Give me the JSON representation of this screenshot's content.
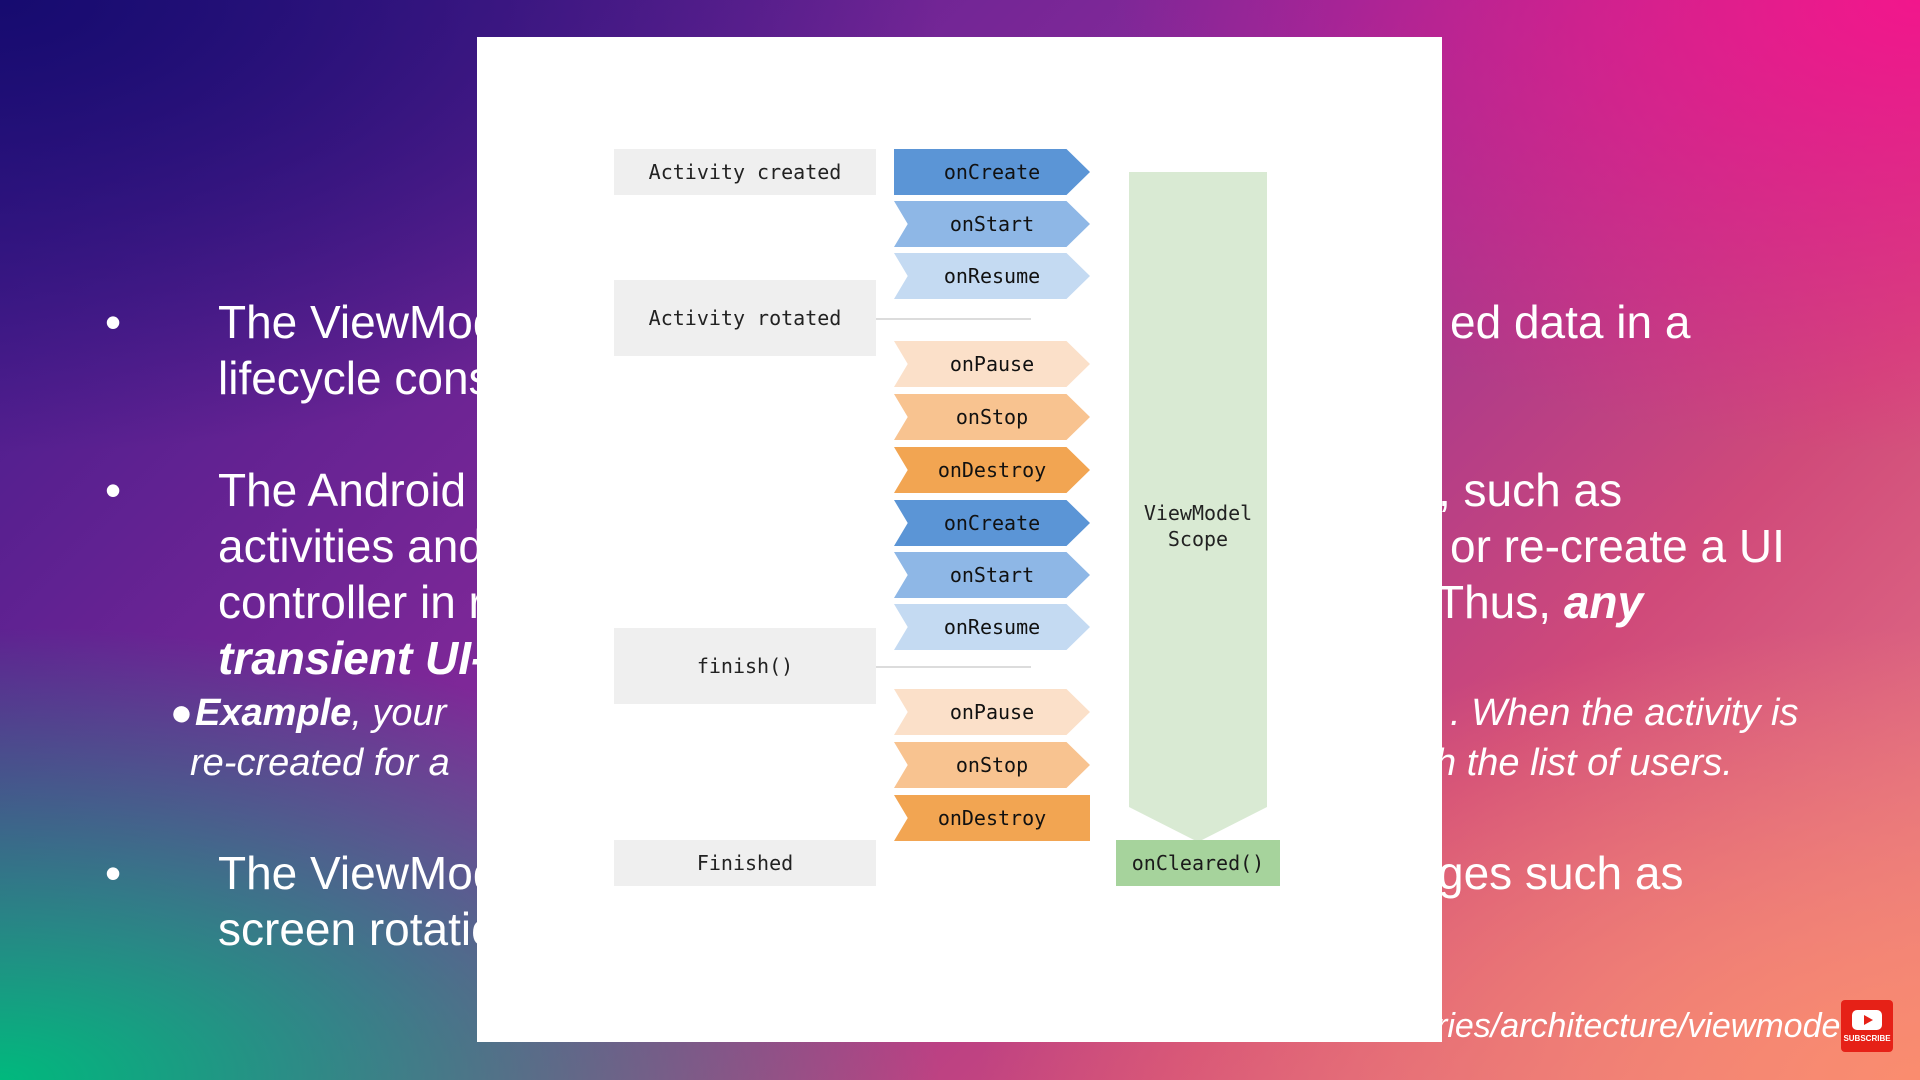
{
  "slide": {
    "bullet_char": "•",
    "b1": {
      "line1": "The ViewModel c",
      "line1_right": "ed data in a",
      "line2": "lifecycle consciou"
    },
    "b2": {
      "line1": "The Android fram",
      "line1_right": ", such as",
      "line2": "activities and frag",
      "line2_right": "or re-create a UI",
      "line3": "controller in respo",
      "line3_right_plain": "Thus, ",
      "line3_right_bold": "any",
      "line4": "transient UI-rela"
    },
    "example": {
      "bold": "Example",
      "line1": ", your",
      "line1_right": ". When the activity is",
      "line2": "re-created for a",
      "line2_right": "h the list of users."
    },
    "b3": {
      "line1": "The ViewModel c",
      "line1_right": "ges such as",
      "line2": "screen rotations."
    },
    "footer": "ries/architecture/viewmodel",
    "subscribe_label": "SUBSCRIBE"
  },
  "diagram": {
    "labels": {
      "created": "Activity created",
      "rotated": "Activity rotated",
      "finish": "finish()",
      "finished": "Finished"
    },
    "steps": [
      {
        "label": "onCreate",
        "color": "#5b95d6"
      },
      {
        "label": "onStart",
        "color": "#8eb7e6"
      },
      {
        "label": "onResume",
        "color": "#c4daf2"
      },
      {
        "label": "onPause",
        "color": "#fbe0c9"
      },
      {
        "label": "onStop",
        "color": "#f8c390"
      },
      {
        "label": "onDestroy",
        "color": "#f2a552"
      },
      {
        "label": "onCreate",
        "color": "#5b95d6"
      },
      {
        "label": "onStart",
        "color": "#8eb7e6"
      },
      {
        "label": "onResume",
        "color": "#c4daf2"
      },
      {
        "label": "onPause",
        "color": "#fbe0c9"
      },
      {
        "label": "onStop",
        "color": "#f8c390"
      },
      {
        "label": "onDestroy",
        "color": "#f2a552"
      }
    ],
    "scope_line1": "ViewModel",
    "scope_line2": "Scope",
    "cleared": "onCleared()",
    "scope_color": "#d9ead3",
    "cleared_color": "#a6d39c"
  }
}
